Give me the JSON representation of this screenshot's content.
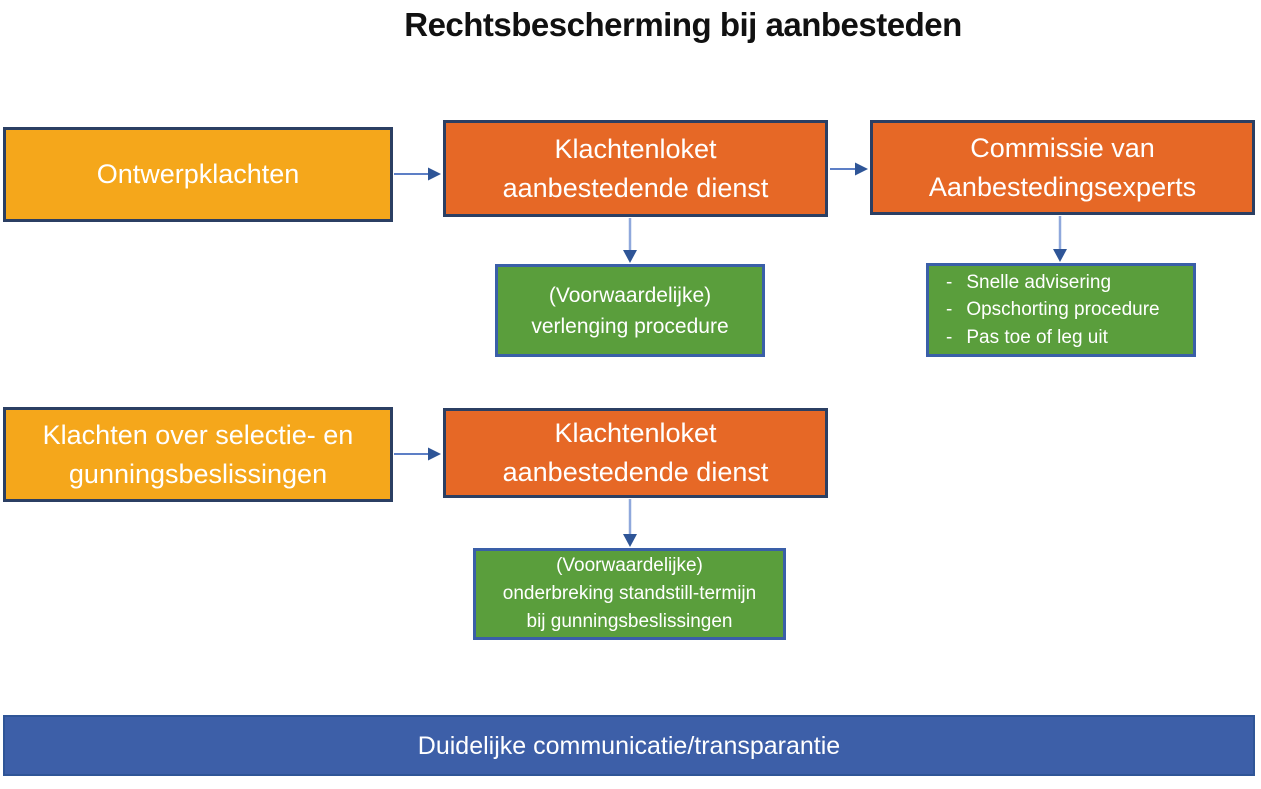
{
  "title": "Rechtsbescherming bij aanbesteden",
  "colors": {
    "yellow_fill": "#F5A71B",
    "orange_fill": "#E66826",
    "green_fill": "#5A9E3C",
    "bar_fill": "#3D5FA8",
    "node_border_dark": "#2B3F63",
    "green_border": "#3A5FA8",
    "arrow_line_horizontal": "#5D7FC6",
    "arrow_line_vertical": "#8FA8DC",
    "arrow_head": "#2E5597",
    "text_on_fill": "#FFFFFF",
    "title_text": "#111111"
  },
  "flow1": {
    "source": {
      "label": "Ontwerpklachten"
    },
    "step1": {
      "lines": [
        "Klachtenloket",
        "aanbestedende dienst"
      ]
    },
    "step2": {
      "lines": [
        "Commissie van",
        "Aanbestedingsexperts"
      ]
    },
    "outcome1": {
      "lines": [
        "(Voorwaardelijke)",
        "verlenging procedure"
      ]
    },
    "outcome2": {
      "bullet": "-",
      "items": [
        "Snelle advisering",
        "Opschorting procedure",
        "Pas toe of leg uit"
      ]
    }
  },
  "flow2": {
    "source": {
      "lines": [
        "Klachten over selectie- en",
        "gunningsbeslissingen"
      ]
    },
    "step1": {
      "lines": [
        "Klachtenloket",
        "aanbestedende dienst"
      ]
    },
    "outcome": {
      "lines": [
        "(Voorwaardelijke)",
        "onderbreking standstill-termijn",
        "bij gunningsbeslissingen"
      ]
    }
  },
  "footer": {
    "label": "Duidelijke communicatie/transparantie"
  }
}
